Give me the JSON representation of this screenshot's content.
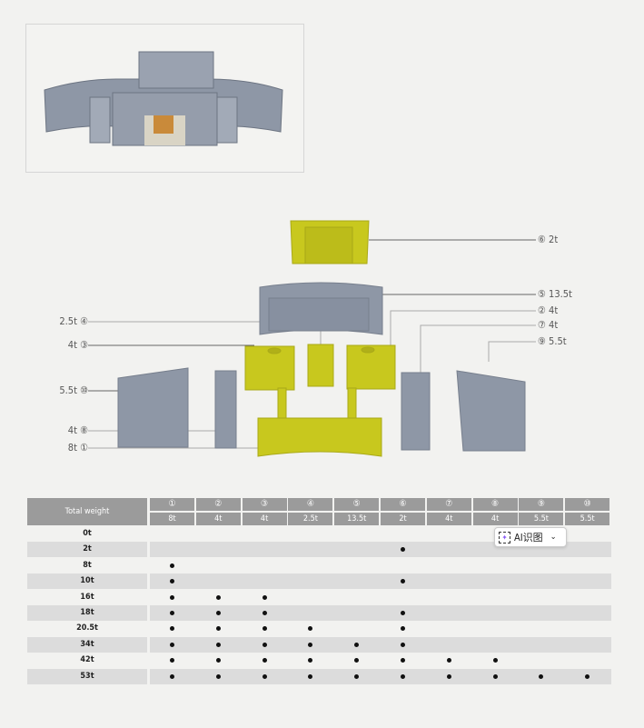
{
  "diagram": {
    "labels_right": [
      {
        "num": "⑥",
        "weight": "2t"
      },
      {
        "num": "⑤",
        "weight": "13.5t"
      },
      {
        "num": "②",
        "weight": "4t"
      },
      {
        "num": "⑦",
        "weight": "4t"
      },
      {
        "num": "⑨",
        "weight": "5.5t"
      }
    ],
    "labels_left": [
      {
        "num": "④",
        "weight": "2.5t"
      },
      {
        "num": "③",
        "weight": "4t"
      },
      {
        "num": "⑩",
        "weight": "5.5t"
      },
      {
        "num": "⑧",
        "weight": "4t"
      },
      {
        "num": "①",
        "weight": "8t"
      }
    ],
    "colors": {
      "yellow": "#c8c81e",
      "grey": "#8e97a6"
    }
  },
  "table": {
    "header_label": "Total weight",
    "columns": [
      {
        "num": "①",
        "weight": "8t"
      },
      {
        "num": "②",
        "weight": "4t"
      },
      {
        "num": "③",
        "weight": "4t"
      },
      {
        "num": "④",
        "weight": "2.5t"
      },
      {
        "num": "⑤",
        "weight": "13.5t"
      },
      {
        "num": "⑥",
        "weight": "2t"
      },
      {
        "num": "⑦",
        "weight": "4t"
      },
      {
        "num": "⑧",
        "weight": "4t"
      },
      {
        "num": "⑨",
        "weight": "5.5t"
      },
      {
        "num": "⑩",
        "weight": "5.5t"
      }
    ],
    "rows": [
      {
        "total": "0t",
        "marks": []
      },
      {
        "total": "2t",
        "marks": [
          6
        ]
      },
      {
        "total": "8t",
        "marks": [
          1
        ]
      },
      {
        "total": "10t",
        "marks": [
          1,
          6
        ]
      },
      {
        "total": "16t",
        "marks": [
          1,
          2,
          3
        ]
      },
      {
        "total": "18t",
        "marks": [
          1,
          2,
          3,
          6
        ]
      },
      {
        "total": "20.5t",
        "marks": [
          1,
          2,
          3,
          4,
          6
        ]
      },
      {
        "total": "34t",
        "marks": [
          1,
          2,
          3,
          4,
          5,
          6
        ]
      },
      {
        "total": "42t",
        "marks": [
          1,
          2,
          3,
          4,
          5,
          6,
          7,
          8
        ]
      },
      {
        "total": "53t",
        "marks": [
          1,
          2,
          3,
          4,
          5,
          6,
          7,
          8,
          9,
          10
        ]
      }
    ]
  },
  "ai_popup": {
    "label": "AI识图",
    "icon": "sparkle-scan-icon"
  }
}
